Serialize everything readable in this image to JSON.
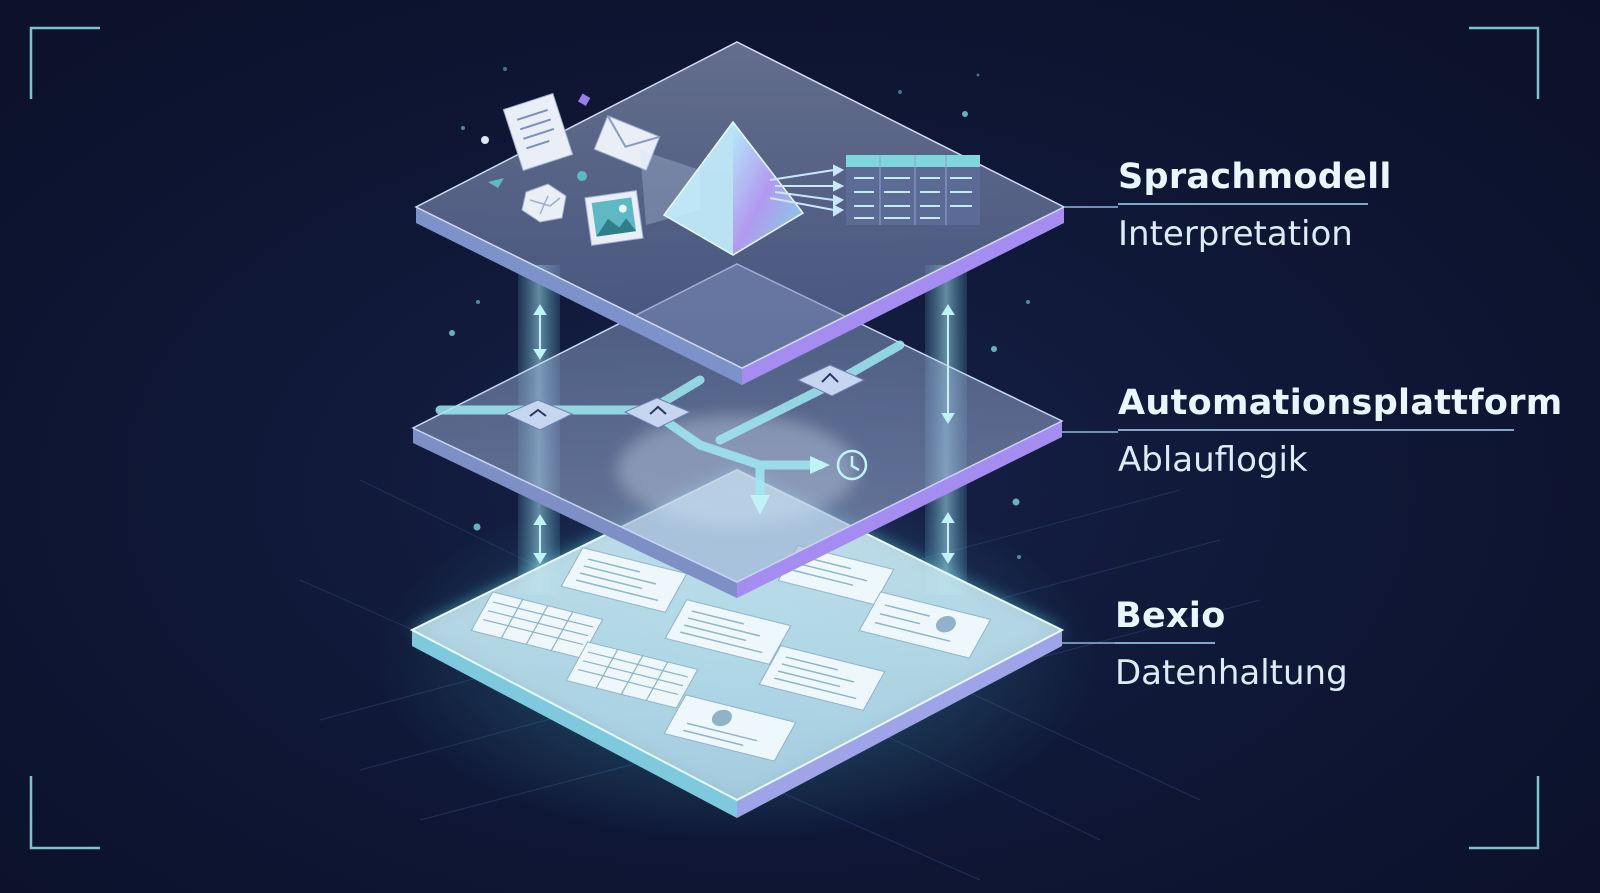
{
  "layers": [
    {
      "title": "Sprachmodell",
      "subtitle": "Interpretation"
    },
    {
      "title": "Automationsplattform",
      "subtitle": "Ablauflogik"
    },
    {
      "title": "Bexio",
      "subtitle": "Datenhaltung"
    }
  ],
  "colors": {
    "background": "#0e1530",
    "accent": "#7fe6ec",
    "glass": "#a9c4e6",
    "edge": "#b9a6ff"
  }
}
